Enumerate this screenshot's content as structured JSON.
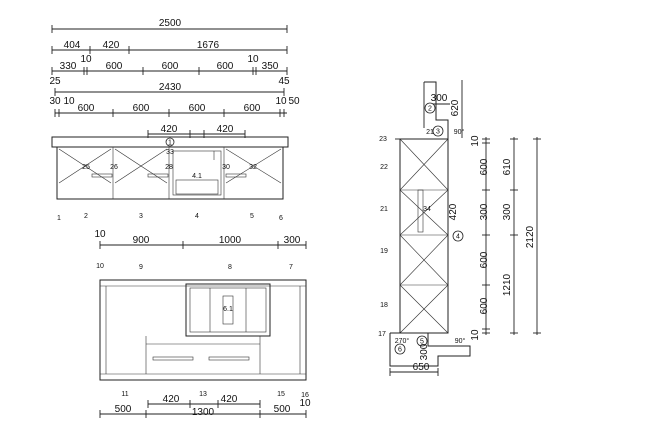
{
  "top_dims": {
    "row1": [
      "2500"
    ],
    "row2": [
      "404",
      "420",
      "1676"
    ],
    "row3_small": [
      "10",
      "10"
    ],
    "row3": [
      "330",
      "600",
      "600",
      "600",
      "350"
    ],
    "row3_edges": [
      "25",
      "45"
    ],
    "row4": [
      "2430"
    ],
    "row5_left": [
      "30",
      "10"
    ],
    "row5_right": [
      "10",
      "50"
    ],
    "row5": [
      "600",
      "600",
      "600",
      "600"
    ],
    "hood": [
      "420",
      "420"
    ]
  },
  "front_labels": [
    "25",
    "26",
    "33",
    "28",
    "30",
    "32",
    "4.1"
  ],
  "front_bottom_numbers": [
    "1",
    "2",
    "3",
    "4",
    "5",
    "6"
  ],
  "top_circles": [
    "1"
  ],
  "lower_dims": {
    "small": "10",
    "row": [
      "900",
      "1000",
      "300"
    ],
    "numbers": [
      "10",
      "9",
      "8",
      "7"
    ],
    "cooktop_label": "6.1",
    "bottom_numbers": [
      "11",
      "13",
      "15",
      "16"
    ],
    "bottom_row": [
      "420",
      "420"
    ],
    "bottom_row2": [
      "500",
      "1300",
      "500"
    ],
    "bottom_right": "10"
  },
  "side": {
    "top_dims": [
      "300",
      "620"
    ],
    "circles": [
      "2",
      "3",
      "4",
      "5",
      "6"
    ],
    "angles": [
      "90°",
      "90°",
      "270°"
    ],
    "left_labels": [
      "23",
      "22",
      "21",
      "19",
      "18",
      "17"
    ],
    "top_label": "21",
    "center_label": "34",
    "height_dim": "420",
    "right_col1": [
      "10",
      "600",
      "300",
      "600",
      "600",
      "10"
    ],
    "right_col2": [
      "610",
      "300",
      "1210"
    ],
    "total": "2120",
    "bottom_dims": [
      "300",
      "650"
    ]
  }
}
